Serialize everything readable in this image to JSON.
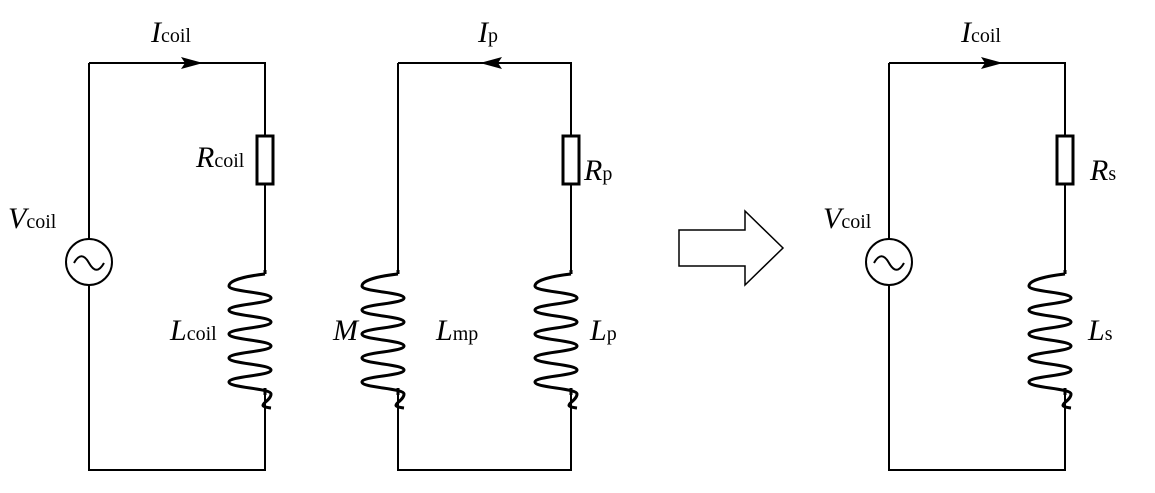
{
  "diagram": {
    "left": {
      "voltage_symbol": "V",
      "voltage_sub": "coil",
      "current_symbol": "I",
      "current_sub": "coil",
      "resistor_symbol": "R",
      "resistor_sub": "coil",
      "inductor_symbol": "L",
      "inductor_sub": "coil"
    },
    "middle": {
      "current_symbol": "I",
      "current_sub": "p",
      "mutual_symbol": "M",
      "inductor1_symbol": "L",
      "inductor1_sub": "mp",
      "resistor_symbol": "R",
      "resistor_sub": "p",
      "inductor2_symbol": "L",
      "inductor2_sub": "p"
    },
    "right": {
      "voltage_symbol": "V",
      "voltage_sub": "coil",
      "current_symbol": "I",
      "current_sub": "coil",
      "resistor_symbol": "R",
      "resistor_sub": "s",
      "inductor_symbol": "L",
      "inductor_sub": "s"
    }
  }
}
